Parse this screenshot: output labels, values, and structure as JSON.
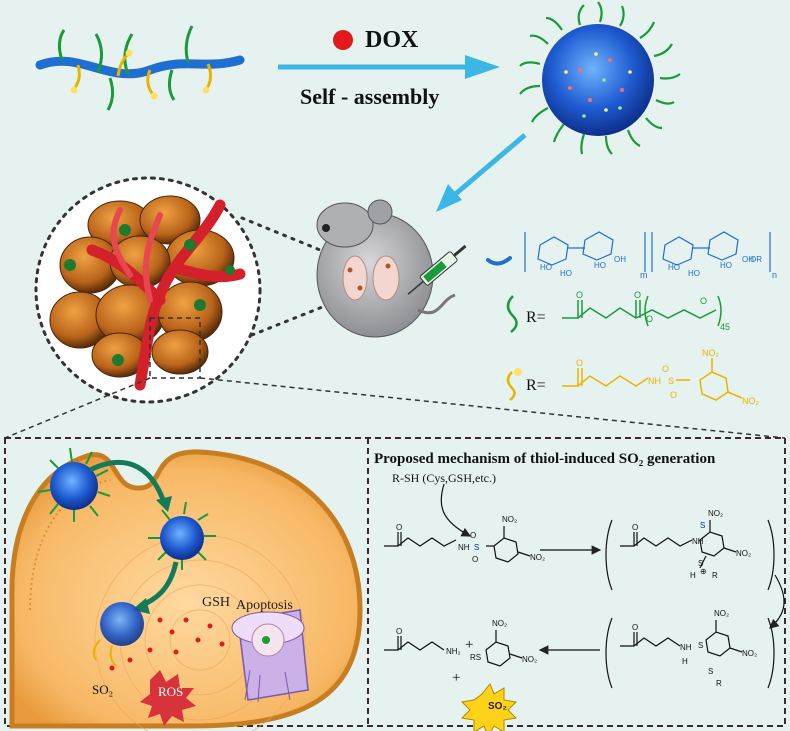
{
  "top": {
    "drug_label": "DOX",
    "process_label": "Self - assembly"
  },
  "legend": {
    "r_label_1": "R=",
    "r_label_2": "R=",
    "subscript_m": "m",
    "subscript_n": "n",
    "subscript_45": "45",
    "or_label": "OR"
  },
  "mechanism": {
    "title": "Proposed mechanism of thiol-induced SO₂ generation",
    "thiol_label": "R-SH (Cys,GSH,etc.)",
    "plus": "+",
    "product_so2": "SO₂"
  },
  "cell": {
    "gsh_label": "GSH",
    "apoptosis_label": "Apoptosis",
    "so2_label": "SO₂",
    "ros_label": "ROS"
  },
  "colors": {
    "background": "#e6f2f0",
    "arrow_blue": "#3bb7e6",
    "chain_blue": "#1f6fd1",
    "peg_green": "#1a9a3a",
    "linker_yellow": "#e8b400",
    "tumor_orange": "#c8731c",
    "vessel_red": "#d3202b",
    "membrane_orange": "#f0a641"
  }
}
